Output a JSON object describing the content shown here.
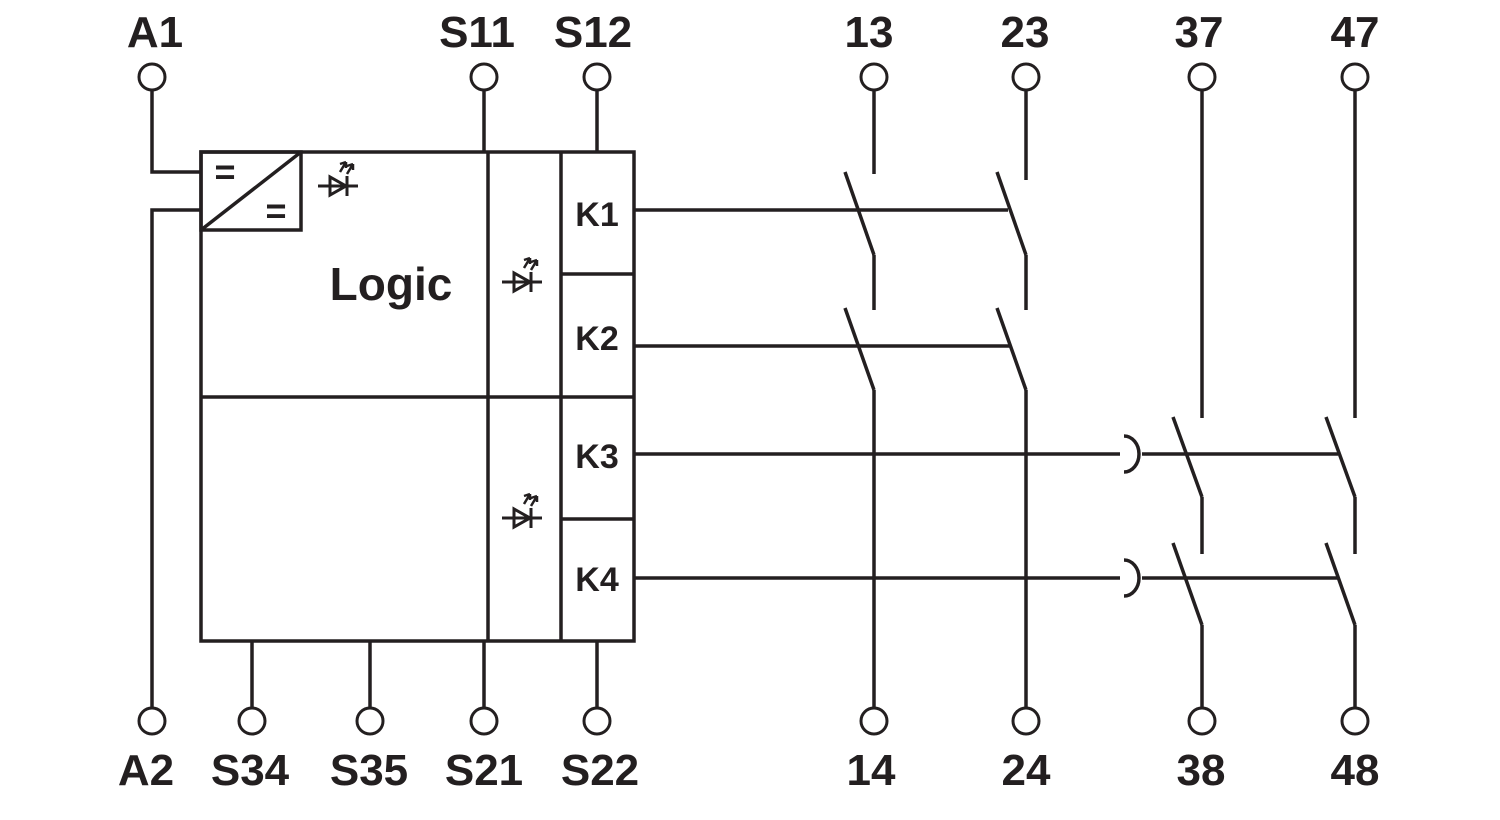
{
  "terminals": {
    "top": [
      "A1",
      "S11",
      "S12",
      "13",
      "23",
      "37",
      "47"
    ],
    "bottom": [
      "A2",
      "S34",
      "S35",
      "S21",
      "S22",
      "14",
      "24",
      "38",
      "48"
    ]
  },
  "block": {
    "logic_label": "Logic",
    "converter_in": "=",
    "converter_out": "="
  },
  "relays": [
    "K1",
    "K2",
    "K3",
    "K4"
  ],
  "colors": {
    "line": "#231f20",
    "background": "#ffffff"
  },
  "icons": [
    "led-icon",
    "led-icon",
    "led-icon"
  ]
}
